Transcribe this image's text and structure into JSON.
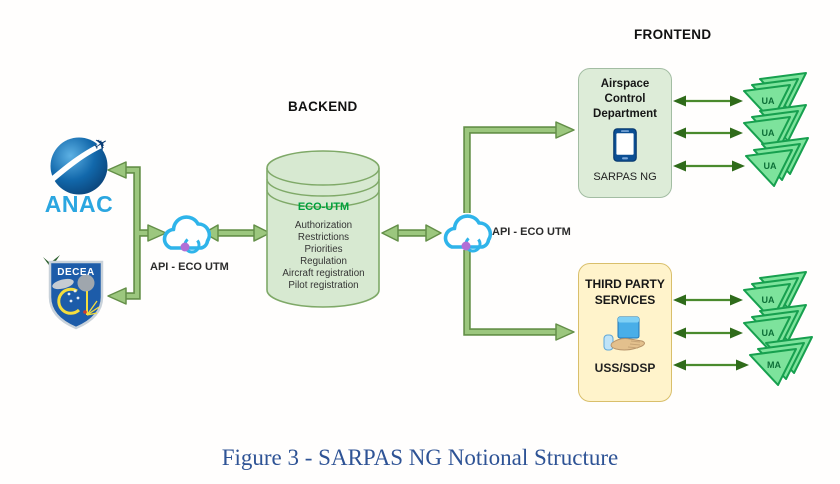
{
  "figure": {
    "caption": "Figure 3 - SARPAS NG Notional Structure"
  },
  "agencies": {
    "anac": "ANAC",
    "decea": "DECEA"
  },
  "api": {
    "left_label": "API - ECO UTM",
    "right_label": "API - ECO UTM"
  },
  "backend": {
    "label": "BACKEND",
    "database": {
      "title": "ECO-UTM",
      "items": [
        "Authorization",
        "Restrictions",
        "Priorities",
        "Regulation",
        "Aircraft registration",
        "Pilot registration"
      ]
    }
  },
  "frontend": {
    "label": "FRONTEND",
    "airspace_box": {
      "title": "Airspace Control Department",
      "app_name": "SARPAS NG"
    },
    "third_party_box": {
      "title": "THIRD PARTY SERVICES",
      "app_name": "USS/SDSP"
    }
  },
  "units": {
    "top": [
      "UA",
      "UA",
      "UA"
    ],
    "bottom": [
      "UA",
      "UA",
      "MA"
    ]
  },
  "colors": {
    "arrow_green": "#8fbe70",
    "unit_green": "#7de39c",
    "cloud_blue": "#2fb4ea",
    "backend_fill": "#d7e9d1",
    "third_party_fill": "#fff3cb",
    "caption_blue": "#2e5395",
    "anac_blue": "#2ba6e0",
    "decea_blue": "#1d5ca9"
  }
}
